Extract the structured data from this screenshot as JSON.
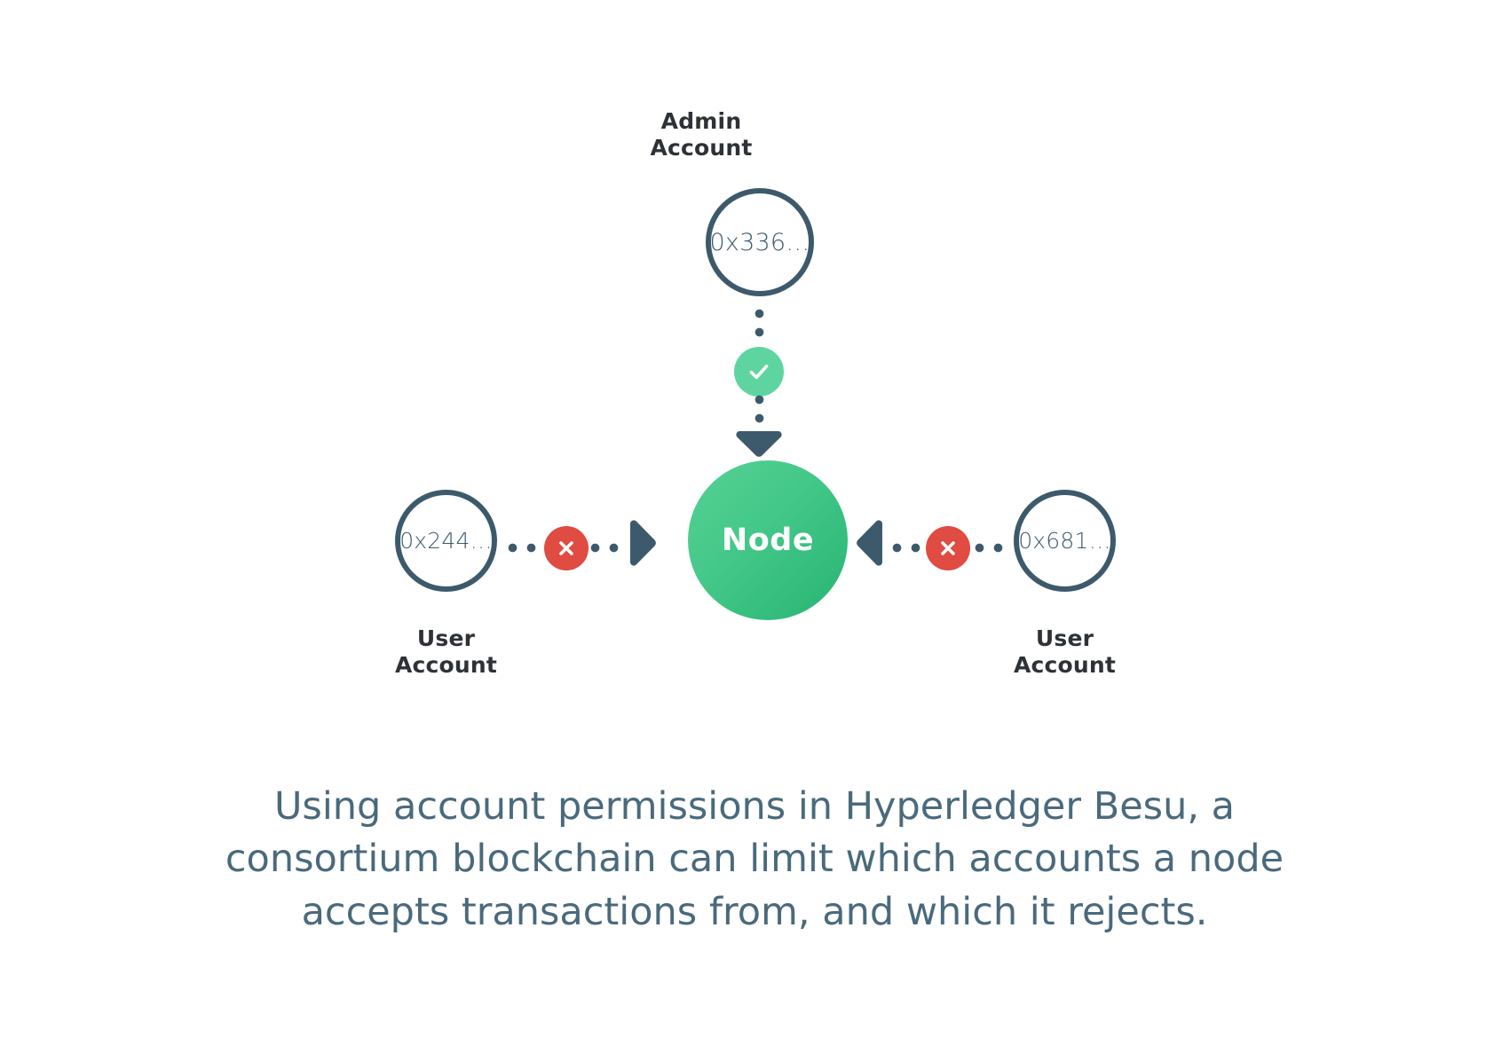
{
  "diagram": {
    "title_omitted": "",
    "admin": {
      "title": "Admin\nAccount",
      "address": "0x336…",
      "permission": "allowed",
      "badge_icon": "check-icon"
    },
    "node": {
      "label": "Node"
    },
    "users": [
      {
        "title": "User\nAccount",
        "address": "0x244…",
        "permission": "rejected",
        "badge_icon": "x-icon",
        "side": "left"
      },
      {
        "title": "User\nAccount",
        "address": "0x681…",
        "permission": "rejected",
        "badge_icon": "x-icon",
        "side": "right"
      }
    ],
    "colors": {
      "slate": "#3d5a6c",
      "node_green_light": "#55d092",
      "node_green_dark": "#28b473",
      "check_green": "#5ed5a0",
      "reject_red": "#e04b42",
      "label_dark": "#2e3237",
      "caption_blue": "#4a6a7c",
      "background": "#ffffff"
    }
  },
  "caption": {
    "text": "Using account permissions in Hyperledger Besu, a consortium blockchain can limit which accounts a node accepts transactions from, and which it rejects."
  }
}
